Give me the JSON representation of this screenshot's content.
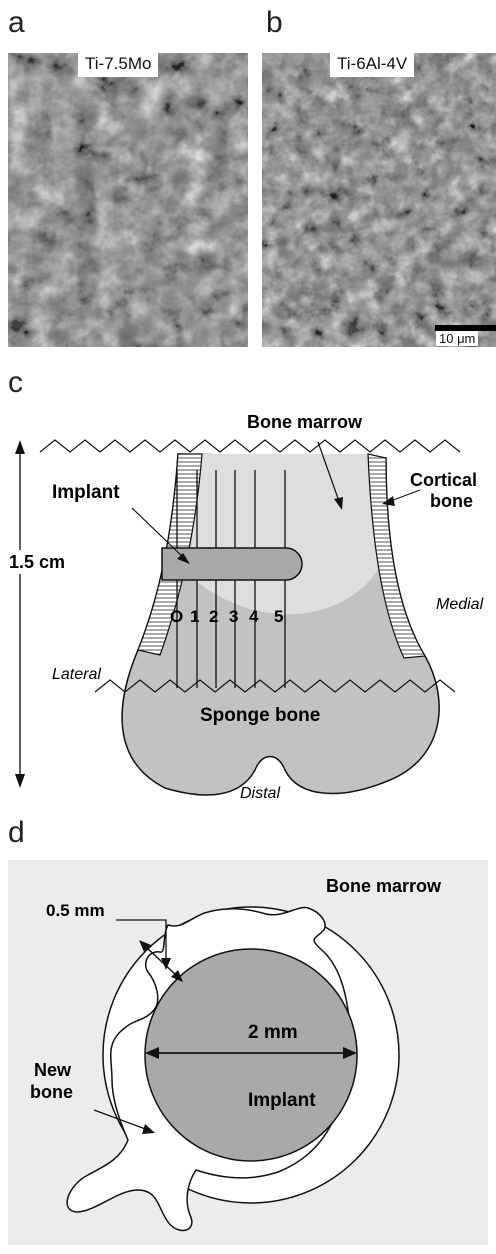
{
  "panels": {
    "a": {
      "letter": "a",
      "label": "Ti-7.5Mo"
    },
    "b": {
      "letter": "b",
      "label": "Ti-6Al-4V",
      "scale_bar": "10 μm"
    },
    "c": {
      "letter": "c",
      "labels": {
        "bone_marrow": "Bone marrow",
        "cortical_1": "Cortical",
        "cortical_2": "bone",
        "implant": "Implant",
        "length": "1.5 cm",
        "medial": "Medial",
        "lateral": "Lateral",
        "sponge_bone": "Sponge bone",
        "distal": "Distal"
      },
      "positions": [
        "O",
        "1",
        "2",
        "3",
        "4",
        "5"
      ]
    },
    "d": {
      "letter": "d",
      "labels": {
        "bone_marrow": "Bone marrow",
        "gap": "0.5 mm",
        "diameter": "2 mm",
        "implant": "Implant",
        "new_bone_1": "New",
        "new_bone_2": "bone"
      }
    }
  },
  "colors": {
    "sem_gray": "#6f6f6f",
    "implant_fill": "#a9a9a9",
    "marrow_fill": "#dedede",
    "sponge_fill": "#c2c2c2",
    "panel_d_bg": "#ececec"
  }
}
